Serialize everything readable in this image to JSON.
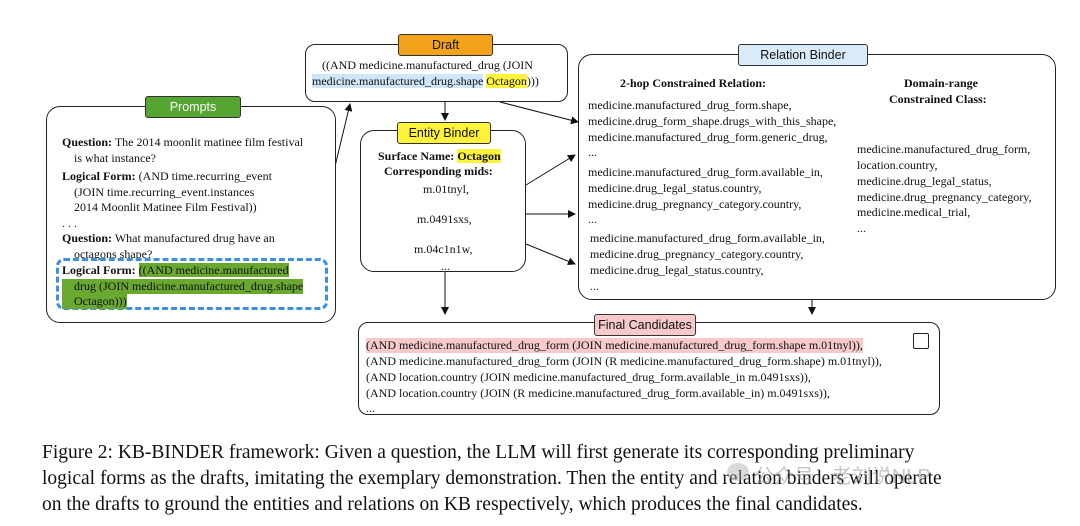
{
  "prompts": {
    "tag": "Prompts",
    "q1_label": "Question:",
    "q1_text_a": "The 2014 moonlit matinee film festival",
    "q1_text_b": "is what instance?",
    "lf1_label": "Logical Form:",
    "lf1_a": "(AND time.recurring_event",
    "lf1_b": "(JOIN time.recurring_event.instances",
    "lf1_c": "2014 Moonlit Matinee Film Festival))",
    "ellipsis": ". . .",
    "q2_label": "Question:",
    "q2_text_a": "What manufactured drug have an",
    "q2_text_b": "octagons shape?",
    "lf2_label": "Logical Form:",
    "lf2_a": "((AND medicine.manufactured",
    "lf2_b": "drug (JOIN medicine.manufactured_drug.shape",
    "lf2_c": "Octagon)))"
  },
  "draft": {
    "tag": "Draft",
    "line1": "((AND medicine.manufactured_drug (JOIN",
    "line2_a": "medicine.manufactured_drug.shape",
    "line2_b": "Octagon",
    "line2_c": ")))"
  },
  "entity_binder": {
    "tag": "Entity Binder",
    "surface_label": "Surface Name:",
    "surface_value": "Octagon",
    "mids_label": "Corresponding mids:",
    "mids": [
      "m.01tnyl,",
      "m.0491sxs,",
      "m.04c1n1w,",
      "..."
    ]
  },
  "relation_binder": {
    "tag": "Relation Binder",
    "col1_title": "2-hop Constrained Relation:",
    "col2_title_a": "Domain-range",
    "col2_title_b": "Constrained Class:",
    "group1": [
      "medicine.manufactured_drug_form.shape,",
      "medicine.drug_form_shape.drugs_with_this_shape,",
      "medicine.manufactured_drug_form.generic_drug,",
      "..."
    ],
    "group2": [
      "medicine.manufactured_drug_form.available_in,",
      "medicine.drug_legal_status.country,",
      "medicine.drug_pregnancy_category.country,",
      "..."
    ],
    "group3": [
      "medicine.manufactured_drug_form.available_in,",
      "medicine.drug_pregnancy_category.country,",
      "medicine.drug_legal_status.country,",
      "..."
    ],
    "classes": [
      "medicine.manufactured_drug_form,",
      "location.country,",
      "medicine.drug_legal_status,",
      "medicine.drug_pregnancy_category,",
      "medicine.medical_trial,",
      "..."
    ]
  },
  "final": {
    "tag": "Final Candidates",
    "lines": [
      "(AND medicine.manufactured_drug_form (JOIN medicine.manufactured_drug_form.shape m.01tnyl)),",
      "(AND medicine.manufactured_drug_form (JOIN (R medicine.manufactured_drug_form.shape) m.01tnyl)),",
      "(AND location.country (JOIN medicine.manufactured_drug_form.available_in m.0491sxs)),",
      "(AND location.country (JOIN (R medicine.manufactured_drug_form.available_in) m.0491sxs)),",
      "..."
    ]
  },
  "caption": {
    "line1": "Figure 2: KB-BINDER framework: Given a question, the LLM will first generate its corresponding preliminary",
    "line2": "logical forms as the drafts, imitating the exemplary demonstration. Then the entity and relation binders will operate",
    "line3": "on the drafts to ground the entities and relations on KB respectively, which produces the final candidates."
  },
  "watermark": "公众号 · 老刘说NLP",
  "colors": {
    "prompts_tag": "#55a532",
    "draft_tag": "#f2a31b",
    "entity_tag": "#fff23a",
    "relation_tag": "#d9eaf9",
    "final_tag": "#f6c9cb",
    "dash_box": "#3d8fe0"
  }
}
